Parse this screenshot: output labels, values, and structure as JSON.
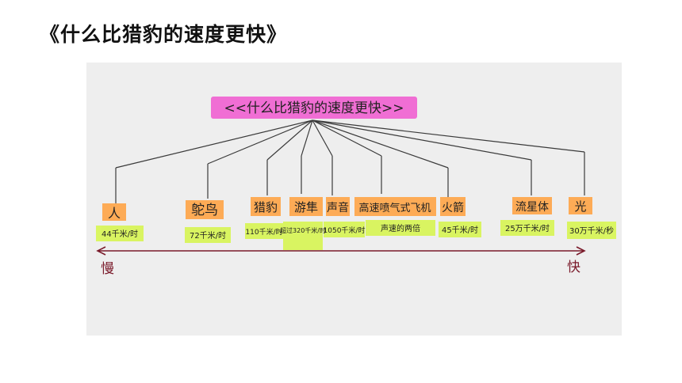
{
  "slide": {
    "title": "《什么比猎豹的速度更快》"
  },
  "diagram": {
    "root_label": "<<什么比猎豹的速度更快>>",
    "colors": {
      "root_highlight": "#f05fd0",
      "node_highlight": "#ffa64a",
      "speed_highlight": "#d8f55a",
      "line": "#3a3a3a",
      "axis": "#7a1a2a"
    },
    "nodes": [
      {
        "label": "人",
        "speed": "44千米/时"
      },
      {
        "label": "鸵鸟",
        "speed": "72千米/时"
      },
      {
        "label": "猎豹",
        "speed": "110千米/时"
      },
      {
        "label": "游隼",
        "speed": "超过320千米/时"
      },
      {
        "label": "声音",
        "speed": "1050千米/时"
      },
      {
        "label": "高速喷气式飞机",
        "speed": "声速的两倍"
      },
      {
        "label": "火箭",
        "speed": "45千米/时"
      },
      {
        "label": "流星体",
        "speed": "25万千米/时"
      },
      {
        "label": "光",
        "speed": "30万千米/秒"
      }
    ],
    "axis": {
      "slow_label": "慢",
      "fast_label": "快"
    }
  }
}
